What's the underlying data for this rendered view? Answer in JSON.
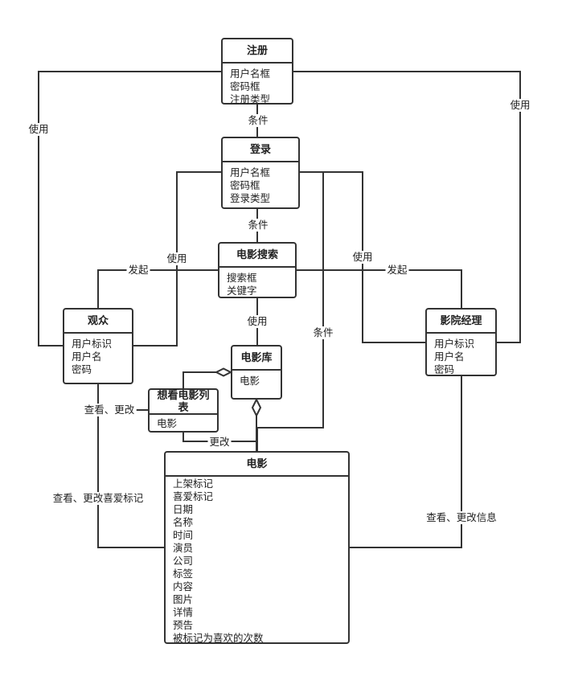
{
  "classes": {
    "register": {
      "title": "注册",
      "attrs": [
        "用户名框",
        "密码框",
        "注册类型"
      ]
    },
    "login": {
      "title": "登录",
      "attrs": [
        "用户名框",
        "密码框",
        "登录类型"
      ]
    },
    "search": {
      "title": "电影搜索",
      "attrs": [
        "搜索框",
        "关键字"
      ]
    },
    "audience": {
      "title": "观众",
      "attrs": [
        "用户标识",
        "用户名",
        "密码"
      ]
    },
    "manager": {
      "title": "影院经理",
      "attrs": [
        "用户标识",
        "用户名",
        "密码"
      ]
    },
    "library": {
      "title": "电影库",
      "attrs": [
        "电影"
      ]
    },
    "wishlist": {
      "title": "想看电影列表",
      "attrs": [
        "电影"
      ]
    },
    "movie": {
      "title": "电影",
      "attrs": [
        "上架标记",
        "喜爱标记",
        "日期",
        "名称",
        "时间",
        "演员",
        "公司",
        "标签",
        "内容",
        "图片",
        "详情",
        "预告",
        "被标记为喜欢的次数"
      ]
    }
  },
  "labels": {
    "reg_use_left": "使用",
    "reg_use_right": "使用",
    "reg_login_cond": "条件",
    "login_search_cond": "条件",
    "aud_initiate": "发起",
    "aud_use_login": "使用",
    "mgr_use_login": "使用",
    "mgr_initiate": "发起",
    "search_use_library": "使用",
    "login_movie_cond": "条件",
    "aud_view_wishlist": "查看、更改",
    "wishlist_modify_movie": "更改",
    "aud_view_movie": "查看、更改喜爱标记",
    "mgr_view_movie": "查看、更改信息"
  }
}
